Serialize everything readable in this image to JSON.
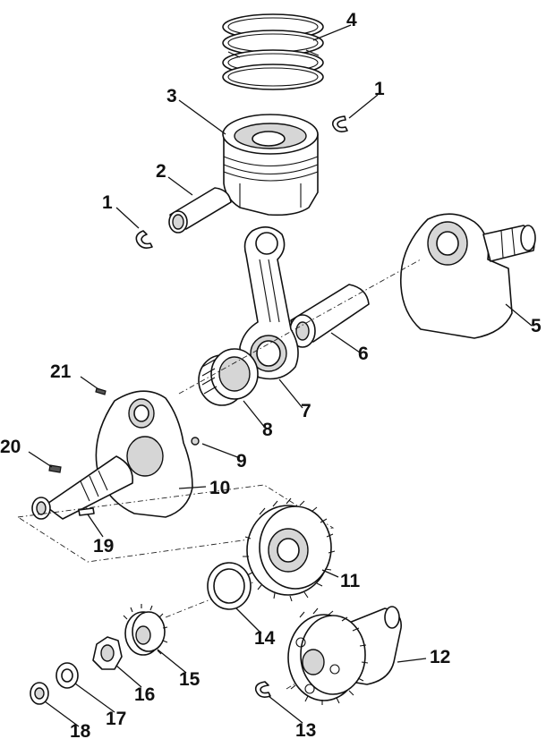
{
  "callouts": [
    {
      "id": "4",
      "text": "4"
    },
    {
      "id": "1a",
      "text": "1"
    },
    {
      "id": "3",
      "text": "3"
    },
    {
      "id": "2",
      "text": "2"
    },
    {
      "id": "1b",
      "text": "1"
    },
    {
      "id": "5",
      "text": "5"
    },
    {
      "id": "6",
      "text": "6"
    },
    {
      "id": "7",
      "text": "7"
    },
    {
      "id": "21",
      "text": "21"
    },
    {
      "id": "8",
      "text": "8"
    },
    {
      "id": "9",
      "text": "9"
    },
    {
      "id": "20",
      "text": "20"
    },
    {
      "id": "10",
      "text": "10"
    },
    {
      "id": "19",
      "text": "19"
    },
    {
      "id": "11",
      "text": "11"
    },
    {
      "id": "14",
      "text": "14"
    },
    {
      "id": "12",
      "text": "12"
    },
    {
      "id": "15",
      "text": "15"
    },
    {
      "id": "16",
      "text": "16"
    },
    {
      "id": "17",
      "text": "17"
    },
    {
      "id": "18",
      "text": "18"
    },
    {
      "id": "13",
      "text": "13"
    }
  ]
}
